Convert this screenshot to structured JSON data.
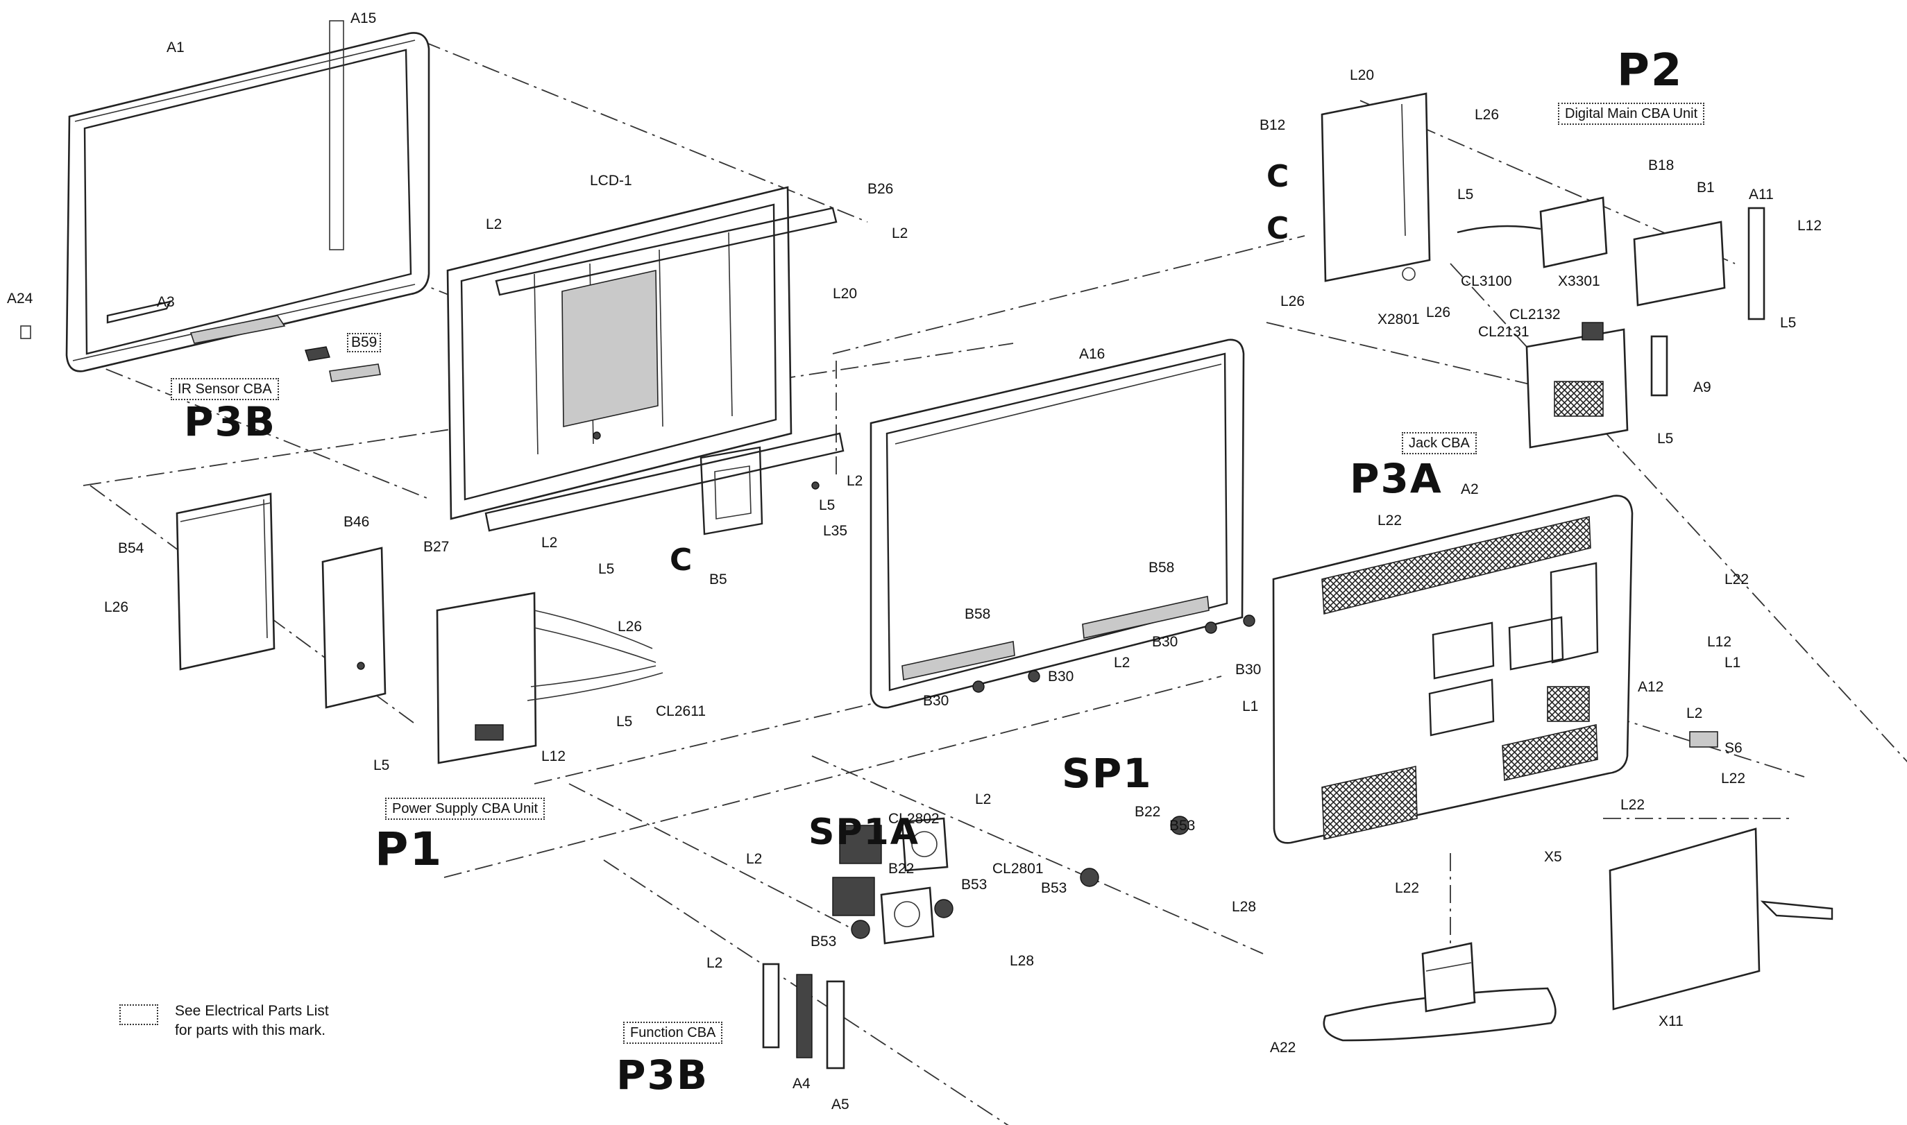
{
  "parts": [
    {
      "id": "A1",
      "text": "A1"
    },
    {
      "id": "A15",
      "text": "A15"
    },
    {
      "id": "A3",
      "text": "A3"
    },
    {
      "id": "A24",
      "text": "A24"
    },
    {
      "id": "B59",
      "text": "B59"
    },
    {
      "id": "LCD-1",
      "text": "LCD-1"
    },
    {
      "id": "B26",
      "text": "B26"
    },
    {
      "id": "L2a",
      "text": "L2"
    },
    {
      "id": "L2b",
      "text": "L2"
    },
    {
      "id": "L20a",
      "text": "L20"
    },
    {
      "id": "L2c",
      "text": "L2"
    },
    {
      "id": "L5a",
      "text": "L5"
    },
    {
      "id": "L35",
      "text": "L35"
    },
    {
      "id": "L2d",
      "text": "L2"
    },
    {
      "id": "B27",
      "text": "B27"
    },
    {
      "id": "L5b",
      "text": "L5"
    },
    {
      "id": "B5",
      "text": "B5"
    },
    {
      "id": "B54",
      "text": "B54"
    },
    {
      "id": "B46",
      "text": "B46"
    },
    {
      "id": "L26a",
      "text": "L26"
    },
    {
      "id": "L26b",
      "text": "L26"
    },
    {
      "id": "CL2611",
      "text": "CL2611"
    },
    {
      "id": "L5c",
      "text": "L5"
    },
    {
      "id": "L12a",
      "text": "L12"
    },
    {
      "id": "L5d",
      "text": "L5"
    },
    {
      "id": "A16",
      "text": "A16"
    },
    {
      "id": "B58a",
      "text": "B58"
    },
    {
      "id": "B58b",
      "text": "B58"
    },
    {
      "id": "B30a",
      "text": "B30"
    },
    {
      "id": "B30b",
      "text": "B30"
    },
    {
      "id": "B30c",
      "text": "B30"
    },
    {
      "id": "B30d",
      "text": "B30"
    },
    {
      "id": "L2e",
      "text": "L2"
    },
    {
      "id": "L20b",
      "text": "L20"
    },
    {
      "id": "L26c",
      "text": "L26"
    },
    {
      "id": "B12",
      "text": "B12"
    },
    {
      "id": "L5e",
      "text": "L5"
    },
    {
      "id": "CL3100",
      "text": "CL3100"
    },
    {
      "id": "X3301",
      "text": "X3301"
    },
    {
      "id": "L26d",
      "text": "L26"
    },
    {
      "id": "X2801",
      "text": "X2801"
    },
    {
      "id": "L26e",
      "text": "L26"
    },
    {
      "id": "B18",
      "text": "B18"
    },
    {
      "id": "B1",
      "text": "B1"
    },
    {
      "id": "A11",
      "text": "A11"
    },
    {
      "id": "L12b",
      "text": "L12"
    },
    {
      "id": "L5f",
      "text": "L5"
    },
    {
      "id": "CL2132",
      "text": "CL2132"
    },
    {
      "id": "CL2131",
      "text": "CL2131"
    },
    {
      "id": "A9",
      "text": "A9"
    },
    {
      "id": "L5g",
      "text": "L5"
    },
    {
      "id": "A2",
      "text": "A2"
    },
    {
      "id": "L22a",
      "text": "L22"
    },
    {
      "id": "L22b",
      "text": "L22"
    },
    {
      "id": "L12c",
      "text": "L12"
    },
    {
      "id": "L1a",
      "text": "L1"
    },
    {
      "id": "A12",
      "text": "A12"
    },
    {
      "id": "L2f",
      "text": "L2"
    },
    {
      "id": "S6",
      "text": "S6"
    },
    {
      "id": "L22c",
      "text": "L22"
    },
    {
      "id": "L1b",
      "text": "L1"
    },
    {
      "id": "L22d",
      "text": "L22"
    },
    {
      "id": "X5",
      "text": "X5"
    },
    {
      "id": "L22e",
      "text": "L22"
    },
    {
      "id": "A22",
      "text": "A22"
    },
    {
      "id": "X11",
      "text": "X11"
    },
    {
      "id": "L2g",
      "text": "L2"
    },
    {
      "id": "CL2801",
      "text": "CL2801"
    },
    {
      "id": "B22a",
      "text": "B22"
    },
    {
      "id": "B53a",
      "text": "B53"
    },
    {
      "id": "B53b",
      "text": "B53"
    },
    {
      "id": "L28a",
      "text": "L28"
    },
    {
      "id": "CL2802",
      "text": "CL2802"
    },
    {
      "id": "L2h",
      "text": "L2"
    },
    {
      "id": "B22b",
      "text": "B22"
    },
    {
      "id": "B53c",
      "text": "B53"
    },
    {
      "id": "B53d",
      "text": "B53"
    },
    {
      "id": "L28b",
      "text": "L28"
    },
    {
      "id": "L2i",
      "text": "L2"
    },
    {
      "id": "A4",
      "text": "A4"
    },
    {
      "id": "A5",
      "text": "A5"
    }
  ],
  "units": {
    "ir_sensor": "IR Sensor CBA",
    "power_supply": "Power Supply CBA Unit",
    "digital_main": "Digital Main CBA Unit",
    "jack": "Jack CBA",
    "function": "Function CBA"
  },
  "handwritten": {
    "p3b_top": "P3B",
    "p3b_bottom": "P3B",
    "p1": "P1",
    "p2": "P2",
    "p3a": "P3A",
    "sp1": "SP1",
    "sp1a": "SP1A",
    "c1": "C",
    "c2": "C",
    "c3": "C"
  },
  "legend": {
    "line1": "See Electrical Parts List",
    "line2": "for parts with this mark."
  }
}
